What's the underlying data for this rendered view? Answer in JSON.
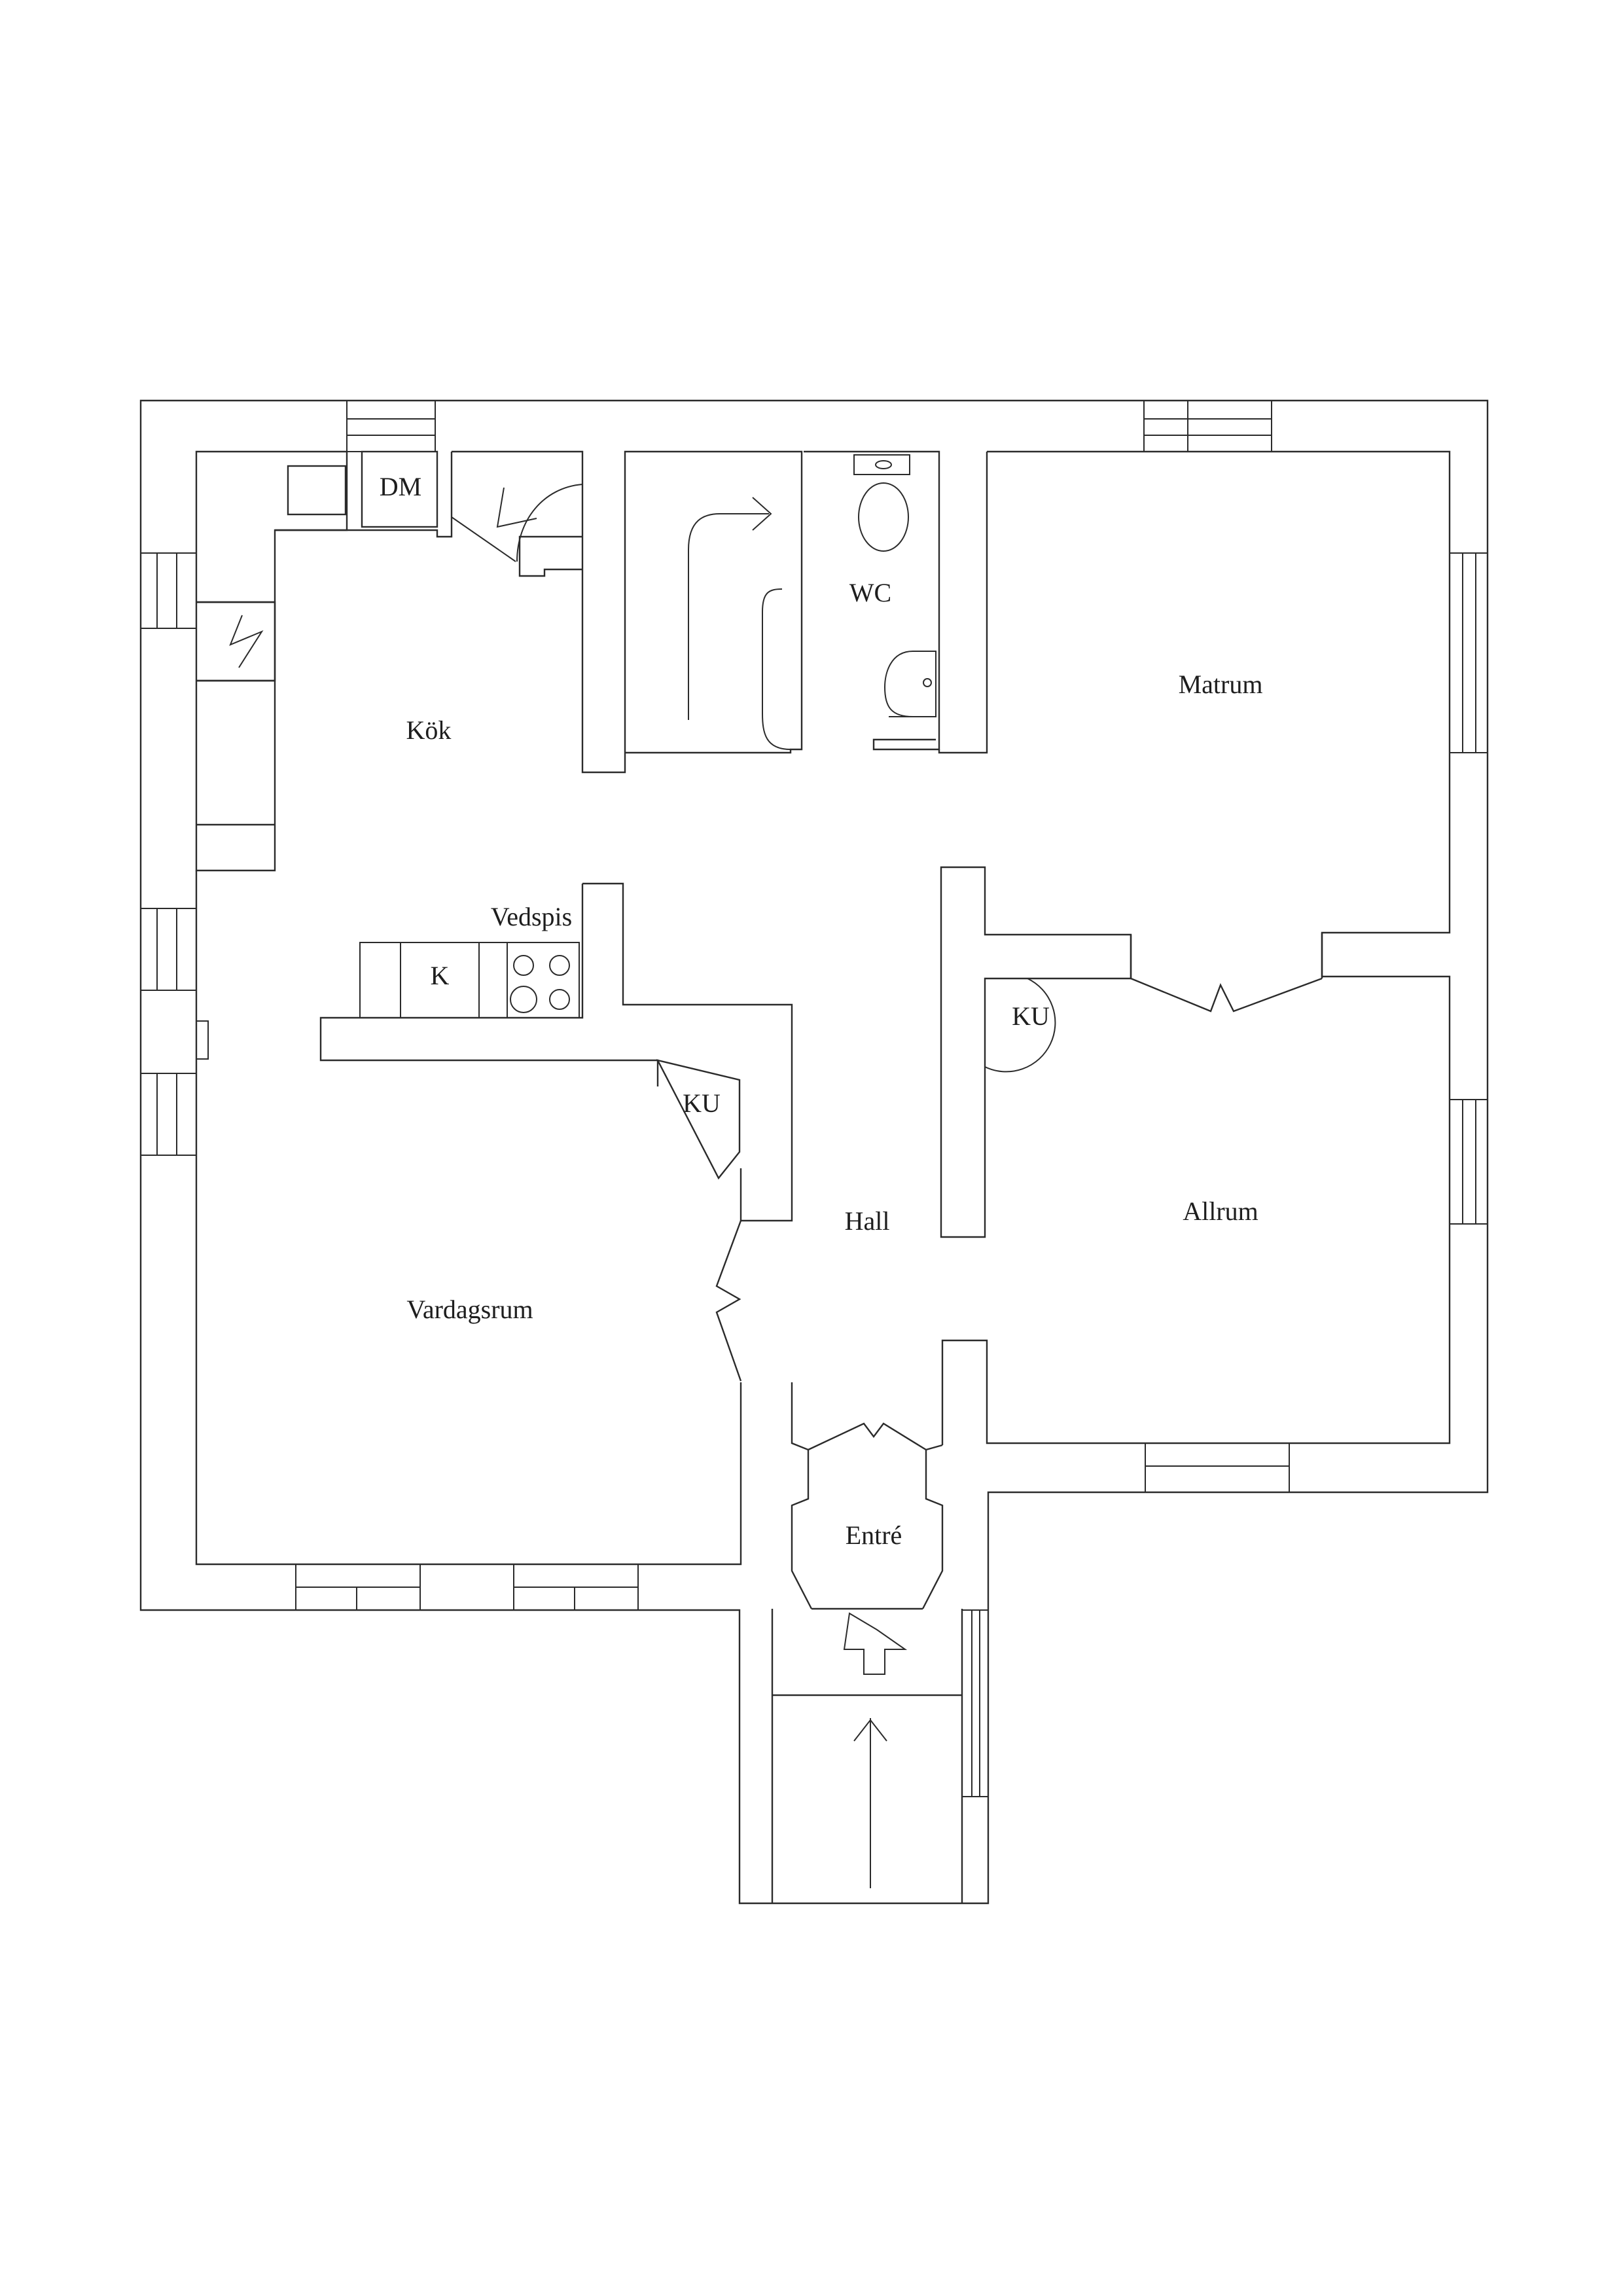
{
  "labels": {
    "dm": "DM",
    "wc": "WC",
    "kok": "Kök",
    "matrum": "Matrum",
    "vedspis": "Vedspis",
    "k": "K",
    "ku_kitchen": "KU",
    "ku_hall": "KU",
    "hall": "Hall",
    "allrum": "Allrum",
    "vardagsrum": "Vardagsrum",
    "entre": "Entré"
  },
  "colors": {
    "line": "#2b2b2b",
    "background": "#ffffff",
    "text": "#1e1e1e"
  }
}
